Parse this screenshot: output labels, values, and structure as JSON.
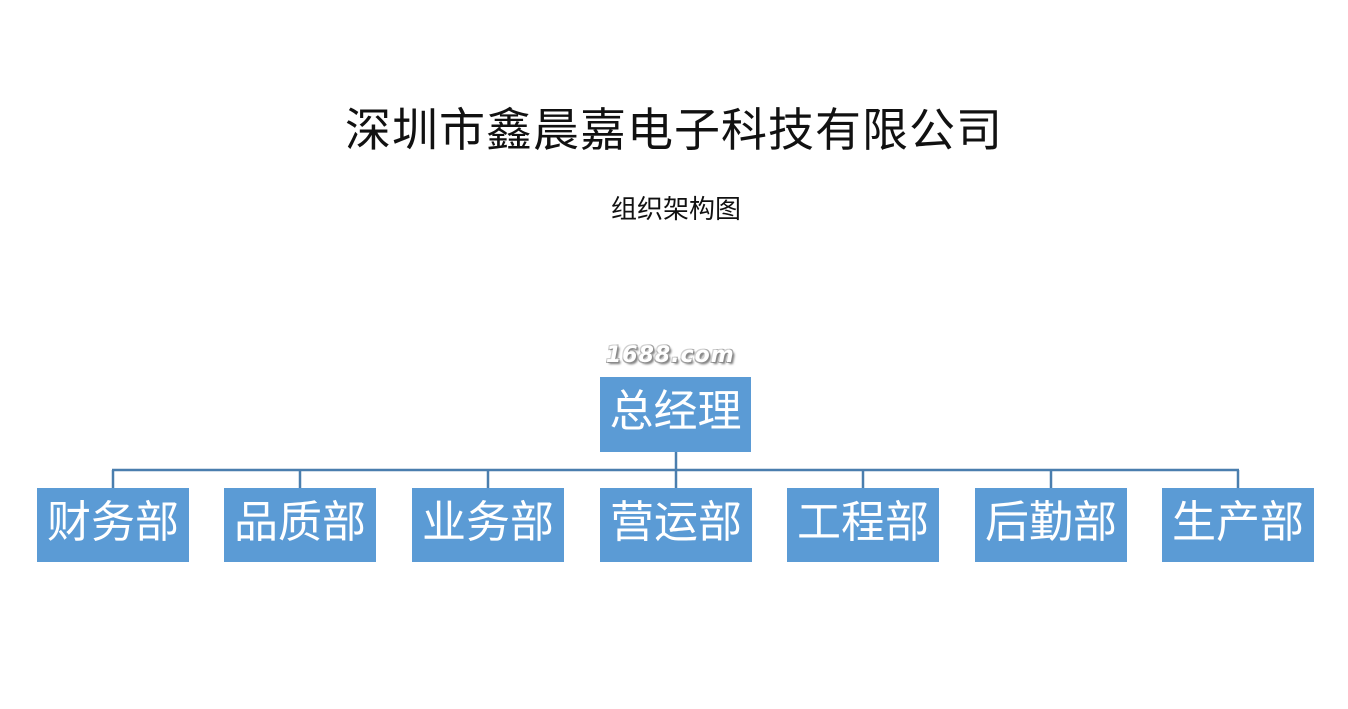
{
  "title": "深圳市鑫晨嘉电子科技有限公司",
  "subtitle": "组织架构图",
  "watermark": "1688.com",
  "org": {
    "root": "总经理",
    "departments": [
      "财务部",
      "品质部",
      "业务部",
      "营运部",
      "工程部",
      "后勤部",
      "生产部"
    ]
  },
  "colors": {
    "box_fill": "#5b9bd5",
    "box_text": "#ffffff",
    "connector": "#4a7eae"
  }
}
